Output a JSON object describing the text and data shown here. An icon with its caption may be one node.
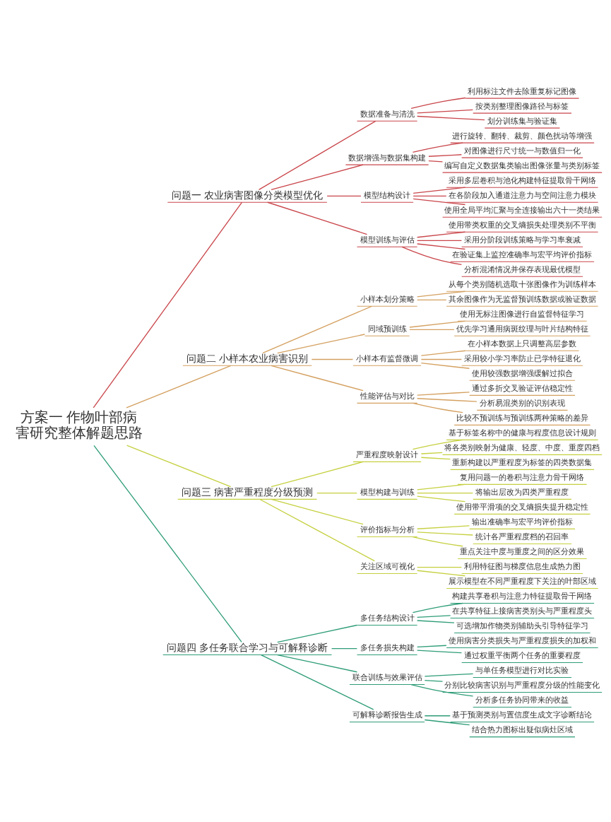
{
  "diagram": {
    "nodes": [
      {
        "text": [
          "方案一 作物叶部病害研究整体解题思路"
        ]
      },
      {
        "text": [
          "问题一 农业病害图像分类模型优化"
        ]
      },
      {
        "text": [
          "数据准备与清洗"
        ]
      },
      {
        "text": [
          "利用标注文件去除重复标记图像"
        ]
      },
      {
        "text": [
          "按类别整理图像路径与标签"
        ]
      },
      {
        "text": [
          "划分训练集与验证集"
        ]
      },
      {
        "text": [
          "数据增强与数据集构建"
        ]
      },
      {
        "text": [
          "进行旋转、翻转、裁剪、颜色扰动等增强"
        ]
      },
      {
        "text": [
          "对图像进行尺寸统一与数值归一化"
        ]
      },
      {
        "text": [
          "编写自定义数据集类输出图像张量与类别标签"
        ]
      },
      {
        "text": [
          "模型结构设计"
        ]
      },
      {
        "text": [
          "采用多层卷积与池化构建特征提取骨干网络"
        ]
      },
      {
        "text": [
          "在各阶段加入通道注意力与空间注意力模块"
        ]
      },
      {
        "text": [
          "使用全局平均汇聚与全连接输出六十一类结果"
        ]
      },
      {
        "text": [
          "模型训练与评估"
        ]
      },
      {
        "text": [
          "使用带类权重的交叉熵损失处理类别不平衡"
        ]
      },
      {
        "text": [
          "采用分阶段训练策略与学习率衰减"
        ]
      },
      {
        "text": [
          "在验证集上监控准确率与宏平均评价指标"
        ]
      },
      {
        "text": [
          "分析混淆情况并保存表现最优模型"
        ]
      },
      {
        "text": [
          "问题二 小样本农业病害识别"
        ]
      },
      {
        "text": [
          "小样本划分策略"
        ]
      },
      {
        "text": [
          "从每个类别随机选取十张图像作为训练样本"
        ]
      },
      {
        "text": [
          "其余图像作为无监督预训练数据或验证数据"
        ]
      },
      {
        "text": [
          "同域预训练"
        ]
      },
      {
        "text": [
          "使用无标注图像进行自监督特征学习"
        ]
      },
      {
        "text": [
          "优先学习通用病斑纹理与叶片结构特征"
        ]
      },
      {
        "text": [
          "小样本有监督微调"
        ]
      },
      {
        "text": [
          "在小样本数据上只调整高层参数"
        ]
      },
      {
        "text": [
          "采用较小学习率防止已学特征退化"
        ]
      },
      {
        "text": [
          "使用较强数据增强缓解过拟合"
        ]
      },
      {
        "text": [
          "性能评估与对比"
        ]
      },
      {
        "text": [
          "通过多折交叉验证评估稳定性"
        ]
      },
      {
        "text": [
          "分析易混类别的识别表现"
        ]
      },
      {
        "text": [
          "比较不预训练与预训练两种策略的差异"
        ]
      },
      {
        "text": [
          "问题三 病害严重程度分级预测"
        ]
      },
      {
        "text": [
          "严重程度映射设计"
        ]
      },
      {
        "text": [
          "基于标签名称中的健康与程度信息设计规则"
        ]
      },
      {
        "text": [
          "将各类别映射为健康、轻度、中度、重度四档"
        ]
      },
      {
        "text": [
          "重新构建以严重程度为标签的四类数据集"
        ]
      },
      {
        "text": [
          "模型构建与训练"
        ]
      },
      {
        "text": [
          "复用问题一的卷积与注意力骨干网络"
        ]
      },
      {
        "text": [
          "将输出层改为四类严重程度"
        ]
      },
      {
        "text": [
          "使用带平滑项的交叉熵损失提升稳定性"
        ]
      },
      {
        "text": [
          "评价指标与分析"
        ]
      },
      {
        "text": [
          "输出准确率与宏平均评价指标"
        ]
      },
      {
        "text": [
          "统计各严重程度档的召回率"
        ]
      },
      {
        "text": [
          "重点关注中度与重度之间的区分效果"
        ]
      },
      {
        "text": [
          "关注区域可视化"
        ]
      },
      {
        "text": [
          "利用特征图与梯度信息生成热力图"
        ]
      },
      {
        "text": [
          "展示模型在不同严重程度下关注的叶部区域"
        ]
      },
      {
        "text": [
          "问题四 多任务联合学习与可解释诊断"
        ]
      },
      {
        "text": [
          "多任务结构设计"
        ]
      },
      {
        "text": [
          "构建共享卷积与注意力特征提取骨干网络"
        ]
      },
      {
        "text": [
          "在共享特征上接病害类别头与严重程度头"
        ]
      },
      {
        "text": [
          "可选增加作物类别辅助头引导特征学习"
        ]
      },
      {
        "text": [
          "多任务损失构建"
        ]
      },
      {
        "text": [
          "使用病害分类损失与严重程度损失的加权和"
        ]
      },
      {
        "text": [
          "通过权重平衡两个任务的重要程度"
        ]
      },
      {
        "text": [
          "联合训练与效果评估"
        ]
      },
      {
        "text": [
          "与单任务模型进行对比实验"
        ]
      },
      {
        "text": [
          "分别比较病害识别与严重程度分级的性能变化"
        ]
      },
      {
        "text": [
          "分析多任务协同带来的收益"
        ]
      },
      {
        "text": [
          "可解释诊断报告生成"
        ]
      },
      {
        "text": [
          "基于预测类别与置信度生成文字诊断结论"
        ]
      },
      {
        "text": [
          "结合热力图标出疑似病灶区域"
        ]
      }
    ],
    "edges": [
      {
        "from": 0,
        "to": 1,
        "arrow": "none",
        "color": "#c9464b"
      },
      {
        "from": 1,
        "to": 2,
        "arrow": "none",
        "color": "#c9464b"
      },
      {
        "from": 2,
        "to": 3,
        "arrow": "none",
        "color": "#c9464b"
      },
      {
        "from": 2,
        "to": 4,
        "arrow": "none",
        "color": "#c9464b"
      },
      {
        "from": 2,
        "to": 5,
        "arrow": "none",
        "color": "#c9464b"
      },
      {
        "from": 1,
        "to": 6,
        "arrow": "none",
        "color": "#c9464b"
      },
      {
        "from": 6,
        "to": 7,
        "arrow": "none",
        "color": "#c9464b"
      },
      {
        "from": 6,
        "to": 8,
        "arrow": "none",
        "color": "#c9464b"
      },
      {
        "from": 6,
        "to": 9,
        "arrow": "none",
        "color": "#c9464b"
      },
      {
        "from": 1,
        "to": 10,
        "arrow": "none",
        "color": "#c9464b"
      },
      {
        "from": 10,
        "to": 11,
        "arrow": "none",
        "color": "#c9464b"
      },
      {
        "from": 10,
        "to": 12,
        "arrow": "none",
        "color": "#c9464b"
      },
      {
        "from": 10,
        "to": 13,
        "arrow": "none",
        "color": "#c9464b"
      },
      {
        "from": 1,
        "to": 14,
        "arrow": "none",
        "color": "#c9464b"
      },
      {
        "from": 14,
        "to": 15,
        "arrow": "none",
        "color": "#c9464b"
      },
      {
        "from": 14,
        "to": 16,
        "arrow": "none",
        "color": "#c9464b"
      },
      {
        "from": 14,
        "to": 17,
        "arrow": "none",
        "color": "#c9464b"
      },
      {
        "from": 14,
        "to": 18,
        "arrow": "none",
        "color": "#c9464b"
      },
      {
        "from": 0,
        "to": 19,
        "arrow": "none",
        "color": "#d4a060"
      },
      {
        "from": 19,
        "to": 20,
        "arrow": "none",
        "color": "#d4a060"
      },
      {
        "from": 20,
        "to": 21,
        "arrow": "none",
        "color": "#d4a060"
      },
      {
        "from": 20,
        "to": 22,
        "arrow": "none",
        "color": "#d4a060"
      },
      {
        "from": 19,
        "to": 23,
        "arrow": "none",
        "color": "#d4a060"
      },
      {
        "from": 23,
        "to": 24,
        "arrow": "none",
        "color": "#d4a060"
      },
      {
        "from": 23,
        "to": 25,
        "arrow": "none",
        "color": "#d4a060"
      },
      {
        "from": 19,
        "to": 26,
        "arrow": "none",
        "color": "#d4a060"
      },
      {
        "from": 26,
        "to": 27,
        "arrow": "none",
        "color": "#d4a060"
      },
      {
        "from": 26,
        "to": 28,
        "arrow": "none",
        "color": "#d4a060"
      },
      {
        "from": 26,
        "to": 29,
        "arrow": "none",
        "color": "#d4a060"
      },
      {
        "from": 19,
        "to": 30,
        "arrow": "none",
        "color": "#d4a060"
      },
      {
        "from": 30,
        "to": 31,
        "arrow": "none",
        "color": "#d4a060"
      },
      {
        "from": 30,
        "to": 32,
        "arrow": "none",
        "color": "#d4a060"
      },
      {
        "from": 30,
        "to": 33,
        "arrow": "none",
        "color": "#d4a060"
      },
      {
        "from": 0,
        "to": 34,
        "arrow": "none",
        "color": "#c5d040"
      },
      {
        "from": 34,
        "to": 35,
        "arrow": "none",
        "color": "#c5d040"
      },
      {
        "from": 35,
        "to": 36,
        "arrow": "none",
        "color": "#c5d040"
      },
      {
        "from": 35,
        "to": 37,
        "arrow": "none",
        "color": "#c5d040"
      },
      {
        "from": 35,
        "to": 38,
        "arrow": "none",
        "color": "#c5d040"
      },
      {
        "from": 34,
        "to": 39,
        "arrow": "none",
        "color": "#c5d040"
      },
      {
        "from": 39,
        "to": 40,
        "arrow": "none",
        "color": "#c5d040"
      },
      {
        "from": 39,
        "to": 41,
        "arrow": "none",
        "color": "#c5d040"
      },
      {
        "from": 39,
        "to": 42,
        "arrow": "none",
        "color": "#c5d040"
      },
      {
        "from": 34,
        "to": 43,
        "arrow": "none",
        "color": "#c5d040"
      },
      {
        "from": 43,
        "to": 44,
        "arrow": "none",
        "color": "#c5d040"
      },
      {
        "from": 43,
        "to": 45,
        "arrow": "none",
        "color": "#c5d040"
      },
      {
        "from": 43,
        "to": 46,
        "arrow": "none",
        "color": "#c5d040"
      },
      {
        "from": 34,
        "to": 47,
        "arrow": "none",
        "color": "#c5d040"
      },
      {
        "from": 47,
        "to": 48,
        "arrow": "none",
        "color": "#c5d040"
      },
      {
        "from": 47,
        "to": 49,
        "arrow": "none",
        "color": "#c5d040"
      },
      {
        "from": 0,
        "to": 50,
        "arrow": "none",
        "color": "#2e9c78"
      },
      {
        "from": 50,
        "to": 51,
        "arrow": "none",
        "color": "#2e9c78"
      },
      {
        "from": 51,
        "to": 52,
        "arrow": "none",
        "color": "#2e9c78"
      },
      {
        "from": 51,
        "to": 53,
        "arrow": "none",
        "color": "#2e9c78"
      },
      {
        "from": 51,
        "to": 54,
        "arrow": "none",
        "color": "#2e9c78"
      },
      {
        "from": 50,
        "to": 55,
        "arrow": "none",
        "color": "#2e9c78"
      },
      {
        "from": 55,
        "to": 56,
        "arrow": "none",
        "color": "#2e9c78"
      },
      {
        "from": 55,
        "to": 57,
        "arrow": "none",
        "color": "#2e9c78"
      },
      {
        "from": 50,
        "to": 58,
        "arrow": "none",
        "color": "#2e9c78"
      },
      {
        "from": 58,
        "to": 59,
        "arrow": "none",
        "color": "#2e9c78"
      },
      {
        "from": 58,
        "to": 60,
        "arrow": "none",
        "color": "#2e9c78"
      },
      {
        "from": 58,
        "to": 61,
        "arrow": "none",
        "color": "#2e9c78"
      },
      {
        "from": 50,
        "to": 62,
        "arrow": "none",
        "color": "#2e9c78"
      },
      {
        "from": 62,
        "to": 63,
        "arrow": "none",
        "color": "#2e9c78"
      },
      {
        "from": 62,
        "to": 64,
        "arrow": "none",
        "color": "#2e9c78"
      }
    ]
  }
}
